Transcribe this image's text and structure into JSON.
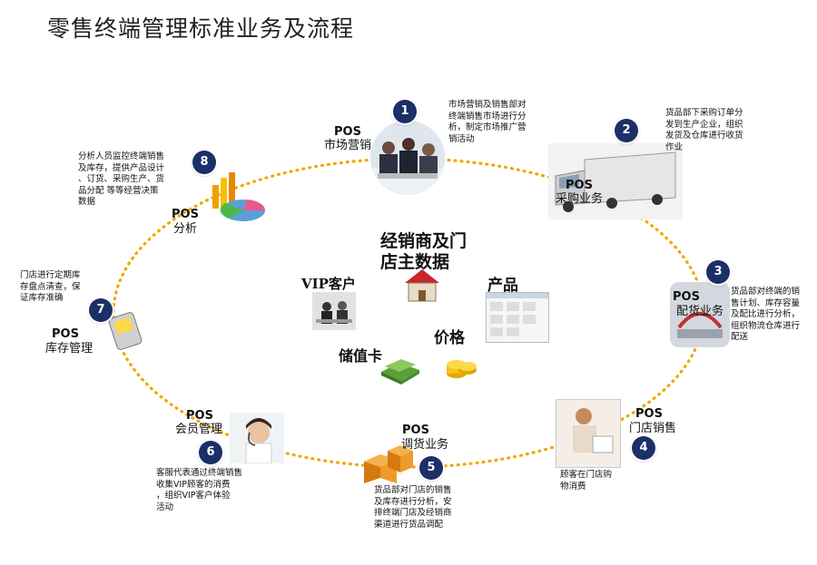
{
  "title": "零售终端管理标准业务及流程",
  "center": {
    "main_line1": "经销商及门",
    "main_line2": "店主数据",
    "vip": "VIP客户",
    "product": "产品",
    "stored_value": "储值卡",
    "price": "价格"
  },
  "nodes": [
    {
      "num": "1",
      "pos": "POS",
      "name": "市场营销",
      "desc": [
        "市场营销及销售部对",
        "终端销售市场进行分",
        "析，制定市场推广营",
        "销活动"
      ]
    },
    {
      "num": "2",
      "pos": "POS",
      "name": "采购业务",
      "desc": [
        "货品部下采购订单分",
        "发到生产企业，组织",
        "发货及仓库进行收货",
        "作业"
      ]
    },
    {
      "num": "3",
      "pos": "POS",
      "name": "配货业务",
      "desc": [
        "货品部对终端的销",
        "售计划、库存容量",
        "及配比进行分析，",
        "组织物流仓库进行",
        "配送"
      ]
    },
    {
      "num": "4",
      "pos": "POS",
      "name": "门店销售",
      "desc": [
        "顾客在门店购",
        "物消费"
      ]
    },
    {
      "num": "5",
      "pos": "POS",
      "name": "调货业务",
      "desc": [
        "货品部对门店的销售",
        "及库存进行分析，安",
        "排终端门店及经销商",
        "渠道进行货品调配"
      ]
    },
    {
      "num": "6",
      "pos": "POS",
      "name": "会员管理",
      "desc": [
        "客服代表通过终端销售",
        "收集VIP顾客的消费",
        "，组织VIP客户体验",
        "活动"
      ]
    },
    {
      "num": "7",
      "pos": "POS",
      "name": "库存管理",
      "desc": [
        "门店进行定期库",
        "存盘点清查，保",
        "证库存准确"
      ]
    },
    {
      "num": "8",
      "pos": "POS",
      "name": "分析",
      "desc": [
        "分析人员监控终端销售",
        "及库存，提供产品设计",
        "、订货、采购生产、货",
        "品分配 等等经营决策",
        "数据"
      ]
    }
  ],
  "colors": {
    "ring": "#f0a800",
    "badge": "#1b2f68"
  }
}
